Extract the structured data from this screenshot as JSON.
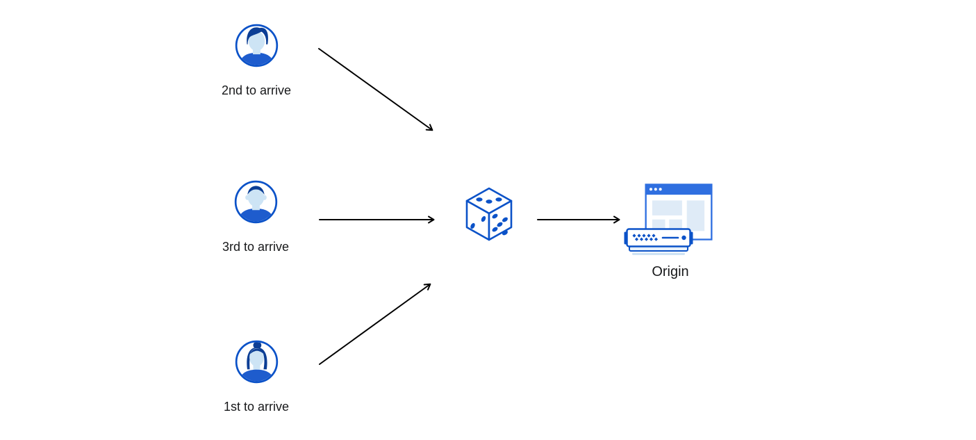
{
  "colors": {
    "brand_blue": "#0b52c8",
    "hair_blue": "#0c3e95",
    "skin_blue": "#cde4f5",
    "shirt_blue": "#1e5ccd",
    "titlebar_blue": "#2f6fe0",
    "panel_blue": "#dfebf7",
    "shadow_blue": "#cfe3f5",
    "server_base_blue": "#e9f2fb",
    "arrow_black": "#000000",
    "text_color": "#17181a"
  },
  "clients": [
    {
      "label": "2nd to arrive",
      "icon": "male-avatar-quiff-icon"
    },
    {
      "label": "3rd to arrive",
      "icon": "male-avatar-short-hair-icon"
    },
    {
      "label": "1st to arrive",
      "icon": "female-avatar-bun-icon"
    }
  ],
  "balancer": {
    "icon": "dice-icon"
  },
  "origin": {
    "label": "Origin",
    "icons": [
      "browser-window-icon",
      "server-icon"
    ]
  },
  "arrows": [
    {
      "from": "2nd to arrive",
      "to": "dice"
    },
    {
      "from": "3rd to arrive",
      "to": "dice"
    },
    {
      "from": "1st to arrive",
      "to": "dice"
    },
    {
      "from": "dice",
      "to": "Origin"
    }
  ]
}
